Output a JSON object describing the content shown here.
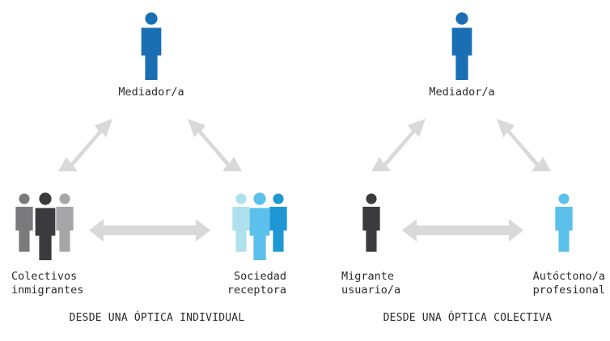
{
  "colors": {
    "mediator": "#1a6fb4",
    "arrow": "#d9d9d9",
    "dark_person": "#3b3b3d",
    "gray_person": "#7a7a7c",
    "light_gray_person": "#a6a6a8",
    "light_blue_person": "#5bc0eb",
    "mid_blue_person": "#1f97d4",
    "pale_blue_person": "#aee0ee"
  },
  "left_diagram": {
    "top_label": "Mediador/a",
    "left_label_line1": "Colectivos",
    "left_label_line2": "inmigrantes",
    "right_label_line1": "Sociedad",
    "right_label_line2": "receptora",
    "caption": "DESDE UNA ÓPTICA INDIVIDUAL",
    "icons": {
      "top": "person-icon",
      "left": "group-of-people-icon",
      "right": "group-of-people-icon"
    }
  },
  "right_diagram": {
    "top_label": "Mediador/a",
    "left_label_line1": "Migrante",
    "left_label_line2": "usuario/a",
    "right_label_line1": "Autóctono/a",
    "right_label_line2": "profesional",
    "caption": "DESDE UNA ÓPTICA COLECTIVA",
    "icons": {
      "top": "person-icon",
      "left": "person-icon",
      "right": "person-icon"
    }
  }
}
